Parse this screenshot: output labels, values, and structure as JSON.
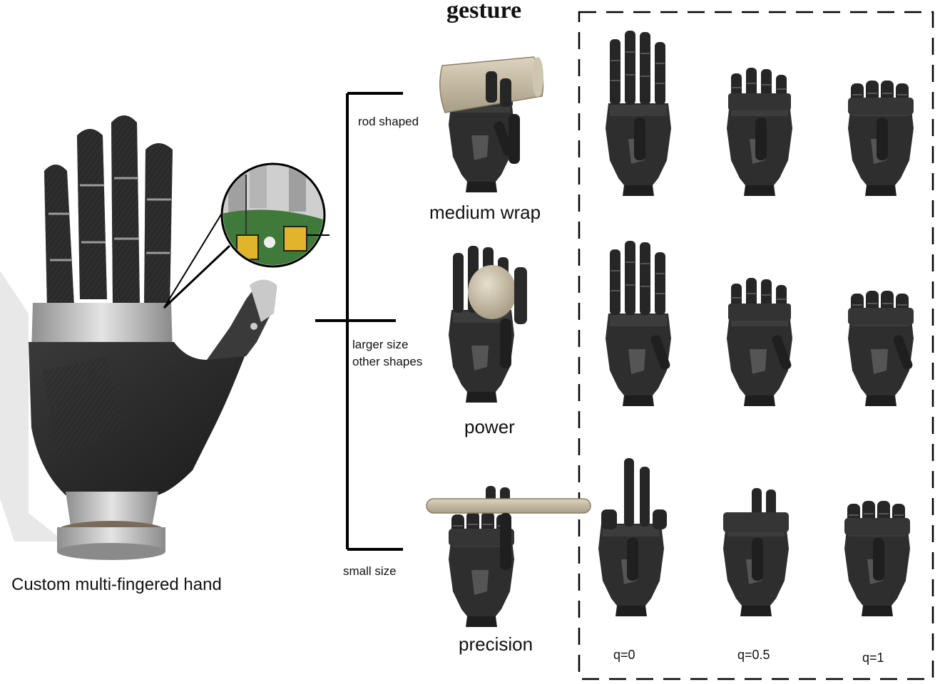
{
  "title": "gesture",
  "hand_caption": "Custom multi-fingered hand",
  "categories": {
    "rod": "rod shaped",
    "larger_line1": "larger size",
    "larger_line2": "other shapes",
    "small": "small size"
  },
  "gestures": {
    "medium_wrap": "medium wrap",
    "power": "power",
    "precision": "precision"
  },
  "q_labels": {
    "q0": "q=0",
    "q05": "q=0.5",
    "q1": "q=1"
  },
  "colors": {
    "hand_dark": "#2b2b2b",
    "hand_silver": "#b8b8b8",
    "object_beige": "#c9bfa8",
    "pcb_green": "#3f7a3a",
    "connector_yellow": "#e0b52a"
  }
}
